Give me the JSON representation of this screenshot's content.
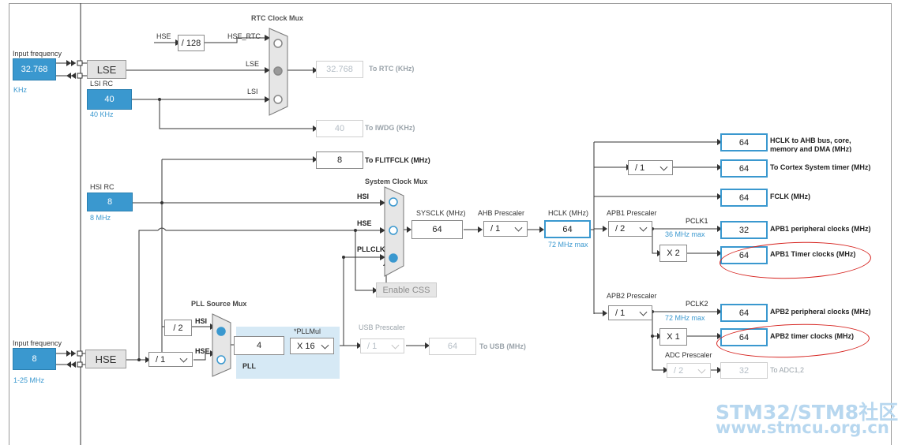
{
  "lse_section": {
    "input_label": "Input frequency",
    "input_value": "32.768",
    "input_unit": "KHz",
    "lse_label": "LSE",
    "lsi_label": "LSI RC",
    "lsi_value": "40",
    "lsi_unit": "40 KHz"
  },
  "rtc_mux": {
    "title": "RTC Clock Mux",
    "hse_label": "HSE",
    "div_value": "/ 128",
    "hse_rtc_label": "HSE_RTC",
    "lse_in_label": "LSE",
    "lsi_in_label": "LSI",
    "rtc_value": "32.768",
    "rtc_label": "To RTC (KHz)",
    "iwdg_value": "40",
    "iwdg_label": "To IWDG (KHz)"
  },
  "flit": {
    "value": "8",
    "label": "To FLITFCLK (MHz)"
  },
  "hsi": {
    "label": "HSI RC",
    "value": "8",
    "unit": "8 MHz"
  },
  "sysclk_mux": {
    "title": "System Clock Mux",
    "hsi_label": "HSI",
    "hse_label": "HSE",
    "pllclk_label": "PLLCLK",
    "enable_css": "Enable CSS"
  },
  "sysclk": {
    "label": "SYSCLK (MHz)",
    "value": "64"
  },
  "ahb": {
    "label": "AHB Prescaler",
    "value": "/ 1"
  },
  "hclk": {
    "label": "HCLK (MHz)",
    "value": "64",
    "max": "72 MHz max"
  },
  "outputs": {
    "div_cortex": "/ 1",
    "ahb_value": "64",
    "ahb_label": "HCLK to AHB bus, core, memory and DMA (MHz)",
    "cortex_value": "64",
    "cortex_label": "To Cortex System timer (MHz)",
    "fclk_value": "64",
    "fclk_label": "FCLK (MHz)"
  },
  "apb1": {
    "label": "APB1 Prescaler",
    "value": "/ 2",
    "pclk_label": "PCLK1",
    "max": "36 MHz max",
    "periph_value": "32",
    "periph_label": "APB1 peripheral clocks (MHz)",
    "mult": "X 2",
    "timer_value": "64",
    "timer_label": "APB1 Timer clocks (MHz)"
  },
  "apb2": {
    "label": "APB2 Prescaler",
    "value": "/ 1",
    "pclk_label": "PCLK2",
    "max": "72 MHz max",
    "periph_value": "64",
    "periph_label": "APB2 peripheral clocks (MHz)",
    "mult": "X 1",
    "timer_value": "64",
    "timer_label": "APB2 timer clocks (MHz)"
  },
  "adc": {
    "label": "ADC Prescaler",
    "value": "/ 2",
    "out_value": "32",
    "out_label": "To ADC1,2"
  },
  "hse_section": {
    "input_label": "Input frequency",
    "input_value": "8",
    "input_unit": "1-25 MHz",
    "hse_label": "HSE",
    "div_value": "/ 1"
  },
  "pll": {
    "src_title": "PLL Source Mux",
    "div2": "/ 2",
    "hsi_label": "HSI",
    "hse_label": "HSE",
    "value": "4",
    "mul_label": "*PLLMul",
    "mul_value": "X 16",
    "label": "PLL"
  },
  "usb": {
    "label": "USB Prescaler",
    "value": "/ 1",
    "out_value": "64",
    "out_label": "To USB (MHz)"
  },
  "watermark": {
    "line1": "STM32/STM8社区",
    "line2": "www.stmcu.org.cn"
  },
  "colors": {
    "accent": "#3a98cf",
    "annotation": "#d6221e"
  }
}
